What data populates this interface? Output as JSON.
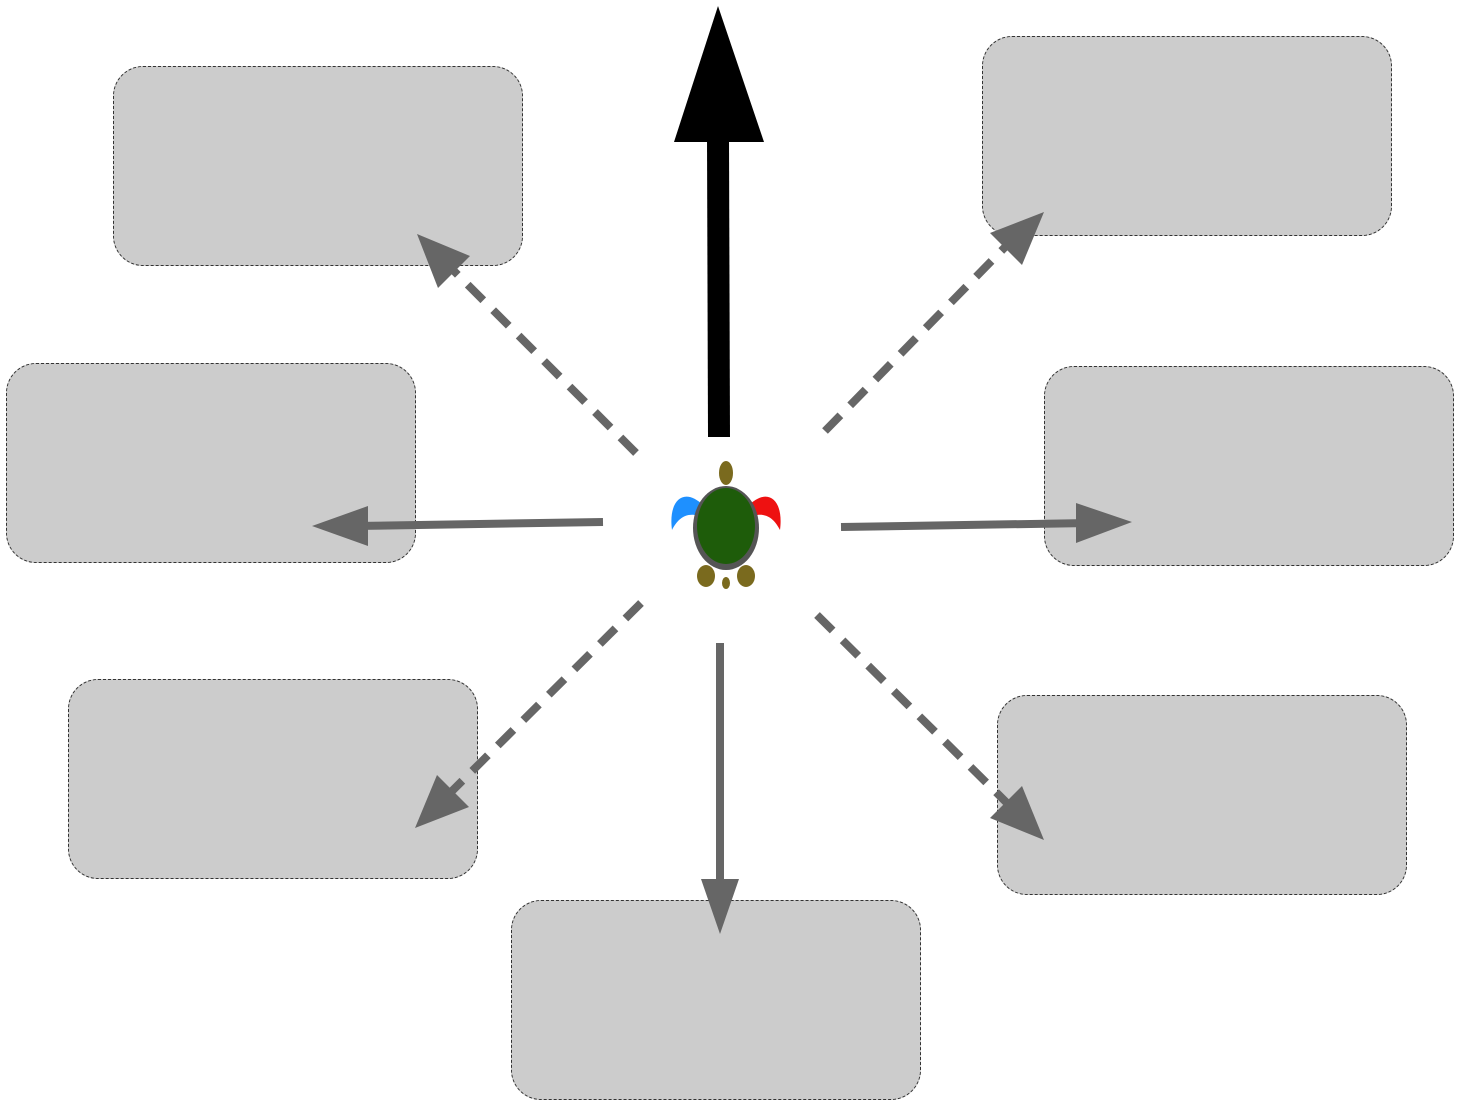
{
  "colors": {
    "box_fill": "#cccccc",
    "box_border": "#333333",
    "heading_arrow": "#000000",
    "direction_arrow": "#666666",
    "turtle_shell": "#1e5c0a",
    "turtle_body": "#7a6a1e",
    "left_flipper": "#1e90ff",
    "right_flipper": "#ee1111"
  },
  "icons": {
    "agent": "turtle-icon",
    "heading": "arrow-up-icon"
  },
  "boxes": {
    "north_west": {
      "label": ""
    },
    "north_east": {
      "label": ""
    },
    "west": {
      "label": ""
    },
    "east": {
      "label": ""
    },
    "south_west": {
      "label": ""
    },
    "south_east": {
      "label": ""
    },
    "south": {
      "label": ""
    }
  },
  "arrows": {
    "heading": {
      "direction": "north",
      "style": "solid-thick"
    },
    "north_west": {
      "direction": "north-west",
      "style": "dashed"
    },
    "north_east": {
      "direction": "north-east",
      "style": "dashed"
    },
    "west": {
      "direction": "west",
      "style": "solid"
    },
    "east": {
      "direction": "east",
      "style": "solid"
    },
    "south_west": {
      "direction": "south-west",
      "style": "dashed"
    },
    "south_east": {
      "direction": "south-east",
      "style": "dashed"
    },
    "south": {
      "direction": "south",
      "style": "solid"
    }
  }
}
